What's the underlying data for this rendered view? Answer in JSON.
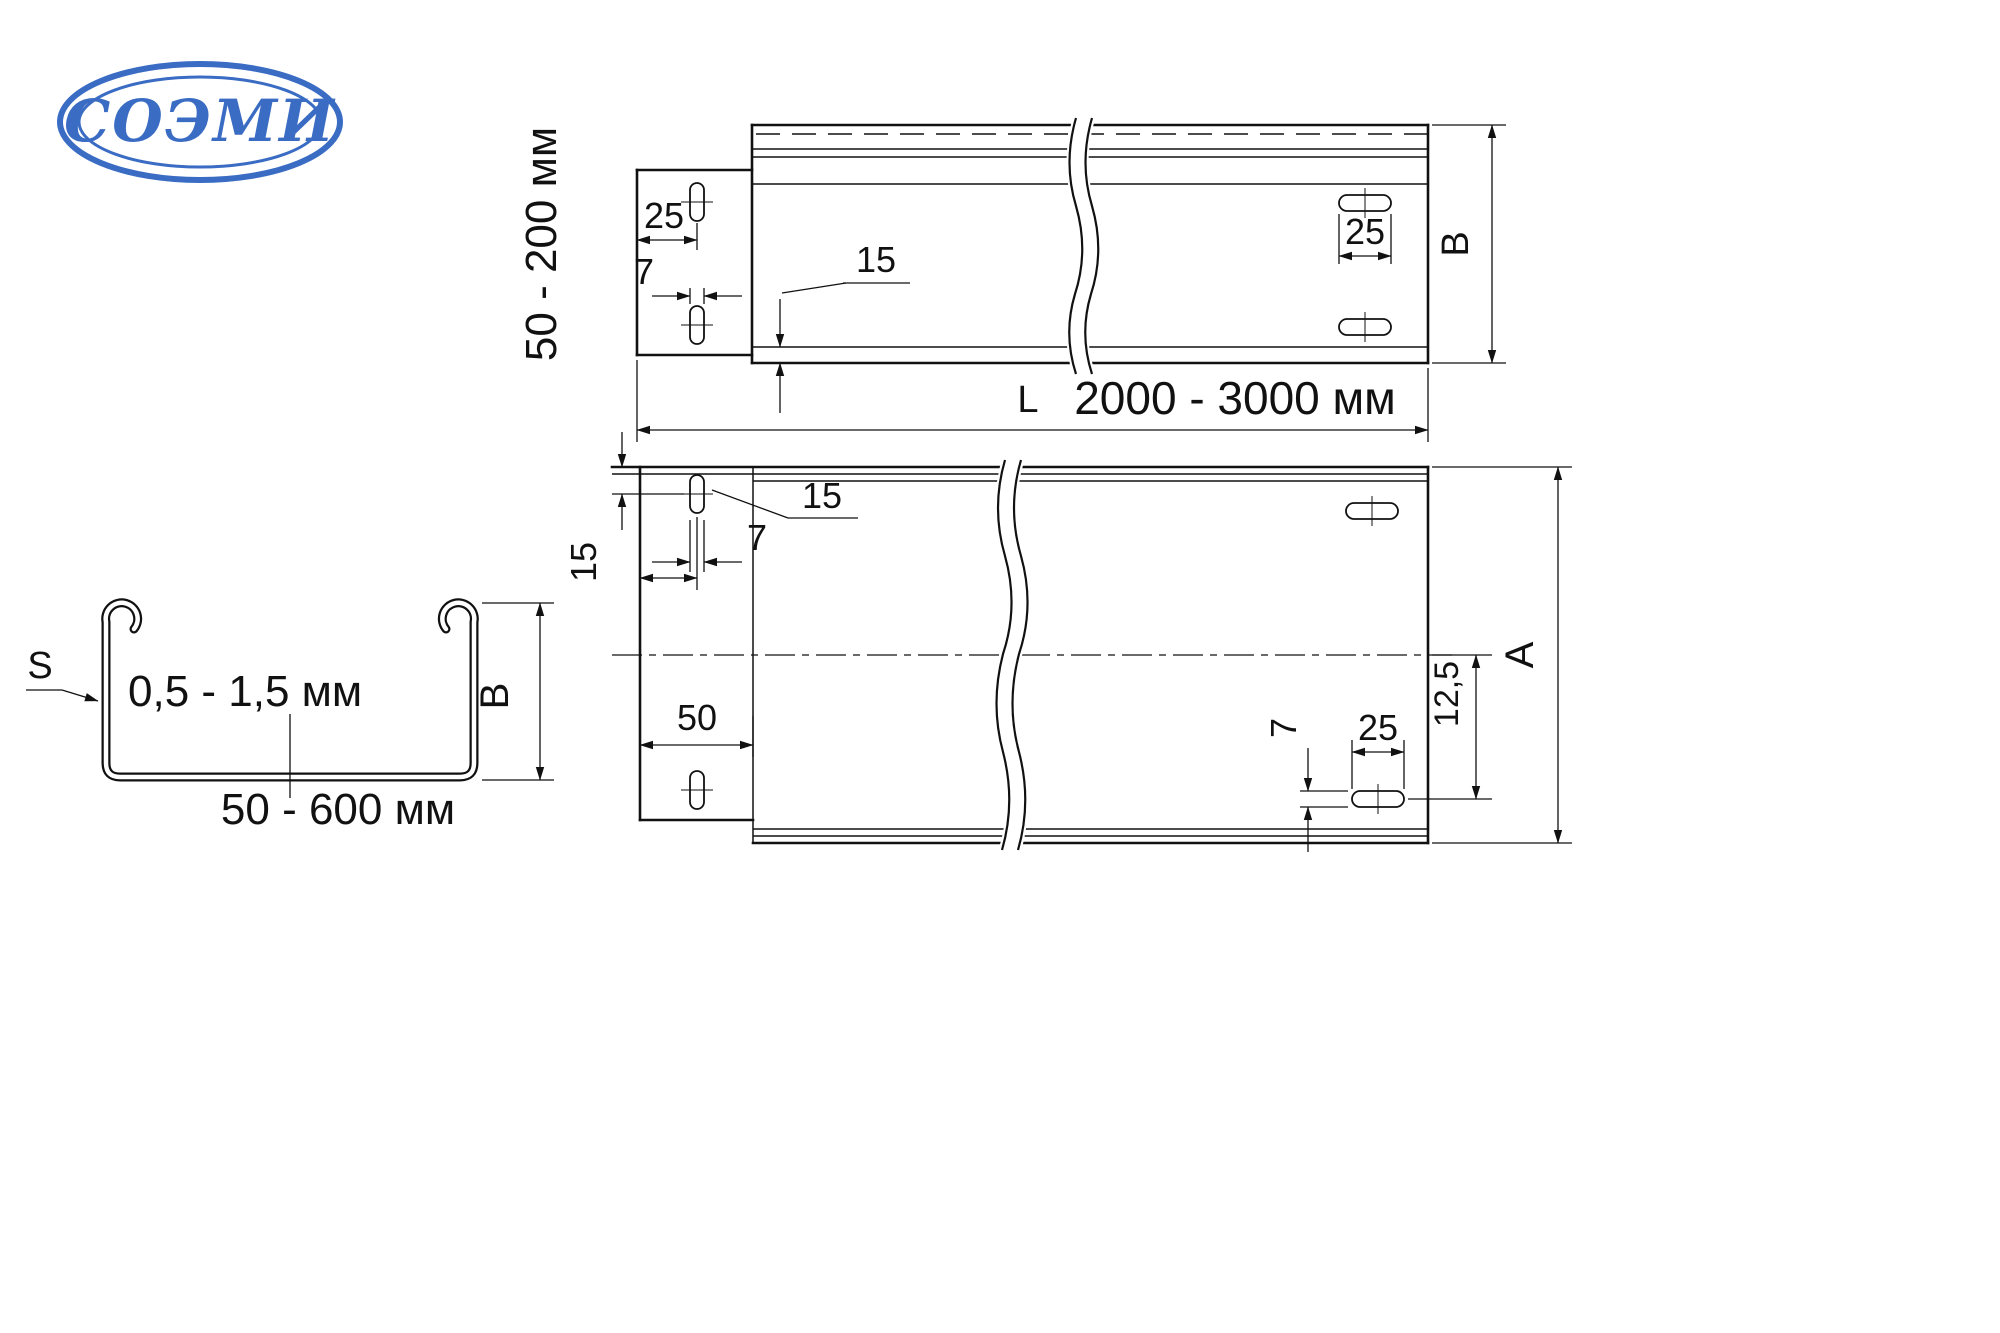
{
  "colors": {
    "line": "#111111",
    "logo_blue": "#3a6cc4",
    "background": "#ffffff"
  },
  "logo": {
    "text": "СОЭМИ"
  },
  "side_view": {
    "height_range": "50 - 200 мм",
    "dim_slot_offset": "25",
    "dim_slot_width": "7",
    "dim_flange": "15",
    "dim_slot_length": "25",
    "dim_height": "B"
  },
  "length_dimension": {
    "prefix": "L",
    "range": "2000 - 3000 мм"
  },
  "plan_view": {
    "dim_edge_offset": "15",
    "dim_slot_offset": "15",
    "dim_slot_width": "7",
    "dim_tab_width": "50",
    "dim_slot_width_bottom": "7",
    "dim_slot_length": "25",
    "dim_center_offset": "12,5",
    "dim_width": "A"
  },
  "section_view": {
    "thickness_symbol": "S",
    "thickness_range": "0,5 - 1,5 мм",
    "dim_height": "B",
    "width_range": "50 - 600 мм"
  }
}
